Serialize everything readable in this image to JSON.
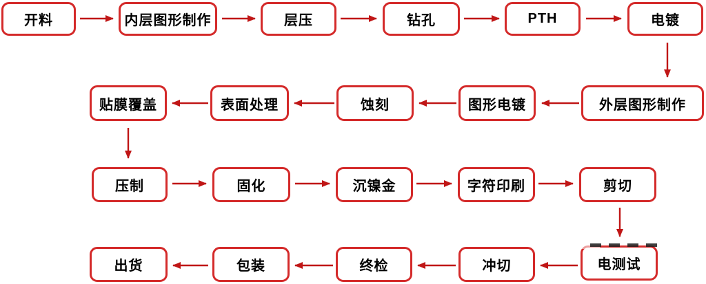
{
  "diagram": {
    "type": "flowchart",
    "colors": {
      "box_border": "#d42a2a",
      "arrow": "#c01616",
      "text": "#000000",
      "background": "#ffffff"
    },
    "nodes": [
      {
        "label": "开料"
      },
      {
        "label": "内层图形制作"
      },
      {
        "label": "层压"
      },
      {
        "label": "钻孔"
      },
      {
        "label": "PTH"
      },
      {
        "label": "电镀"
      },
      {
        "label": "外层图形制作"
      },
      {
        "label": "图形电镀"
      },
      {
        "label": "蚀刻"
      },
      {
        "label": "表面处理"
      },
      {
        "label": "贴膜覆盖"
      },
      {
        "label": "压制"
      },
      {
        "label": "固化"
      },
      {
        "label": "沉镍金"
      },
      {
        "label": "字符印刷"
      },
      {
        "label": "剪切"
      },
      {
        "label": "电测试"
      },
      {
        "label": "冲切"
      },
      {
        "label": "终检"
      },
      {
        "label": "包装"
      },
      {
        "label": "出货"
      }
    ],
    "edges": [
      [
        0,
        1
      ],
      [
        1,
        2
      ],
      [
        2,
        3
      ],
      [
        3,
        4
      ],
      [
        4,
        5
      ],
      [
        5,
        6
      ],
      [
        6,
        7
      ],
      [
        7,
        8
      ],
      [
        8,
        9
      ],
      [
        9,
        10
      ],
      [
        10,
        11
      ],
      [
        11,
        12
      ],
      [
        12,
        13
      ],
      [
        13,
        14
      ],
      [
        14,
        15
      ],
      [
        15,
        16
      ],
      [
        16,
        17
      ],
      [
        17,
        18
      ],
      [
        18,
        19
      ],
      [
        19,
        20
      ]
    ]
  }
}
